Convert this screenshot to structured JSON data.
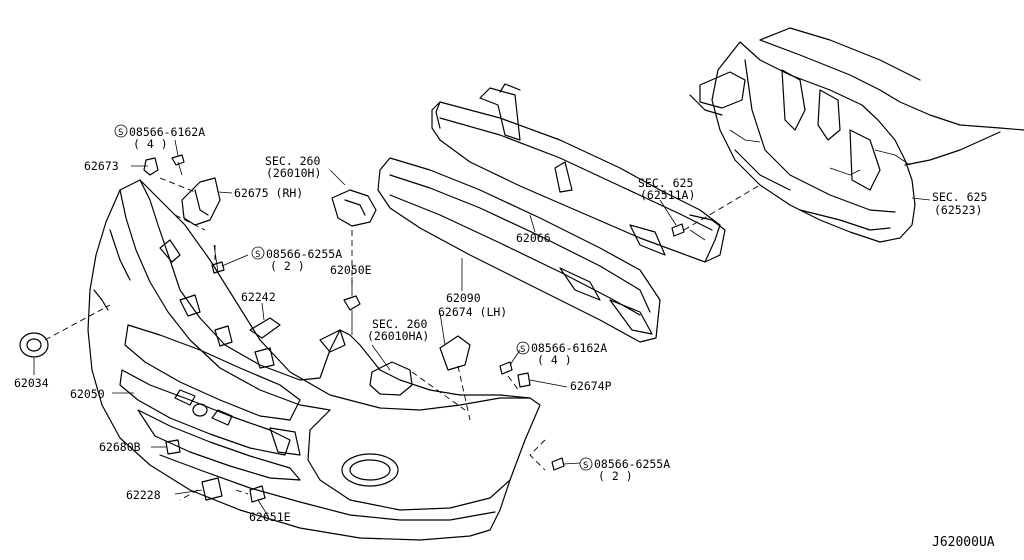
{
  "diagram_id": "J62000UA",
  "labels": {
    "l_08566_6162A_top": "08566-6162A",
    "l_qty4_top": "( 4 )",
    "l_62673": "62673",
    "l_62675": "62675 (RH)",
    "l_sec260_h": "SEC. 260",
    "l_26010H": "(26010H)",
    "l_08566_6255A_mid": "08566-6255A",
    "l_qty2_mid": "( 2 )",
    "l_62050E": "62050E",
    "l_62242": "62242",
    "l_62034": "62034",
    "l_62050": "62050",
    "l_62066": "62066",
    "l_62090": "62090",
    "l_62674": "62674 (LH)",
    "l_sec260_ha": "SEC. 260",
    "l_26010HA": "(26010HA)",
    "l_08566_6162A_bot": "08566-6162A",
    "l_qty4_bot": "( 4 )",
    "l_62674P": "62674P",
    "l_62680B": "62680B",
    "l_62228": "62228",
    "l_62651E": "62651E",
    "l_08566_6255A_bot": "08566-6255A",
    "l_qty2_bot": "( 2 )",
    "l_sec625_a": "SEC. 625",
    "l_62511A": "(62511A)",
    "l_sec625_b": "SEC. 625",
    "l_62523": "(62523)"
  },
  "screw_symbol": "S"
}
